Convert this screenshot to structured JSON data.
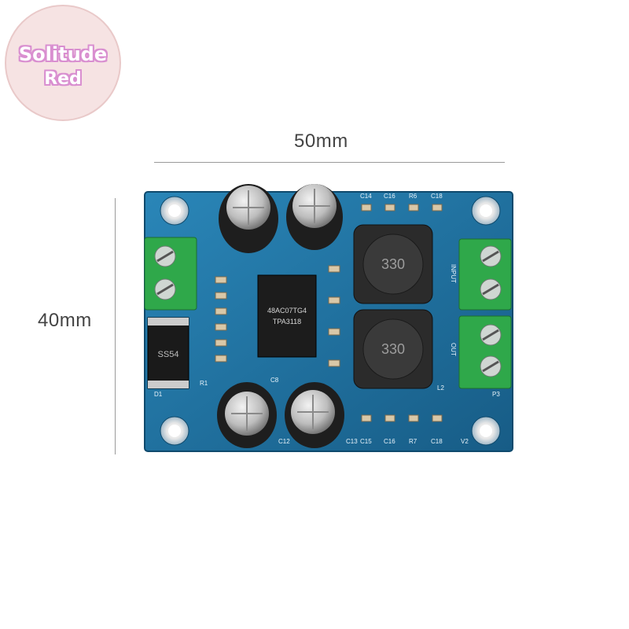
{
  "logo": {
    "line1": "Solitude",
    "line2": "Red"
  },
  "dimensions": {
    "width_label": "50mm",
    "height_label": "40mm"
  },
  "board": {
    "chip_line1": "48AC07TG4",
    "chip_line2": "TPA3118",
    "inductor_top": "330",
    "inductor_bottom": "330",
    "diode_label": "SS54",
    "silk": {
      "c14": "C14",
      "c16a": "C16",
      "r6": "R6",
      "c18a": "C18",
      "c15": "C15",
      "c16b": "C16",
      "r7": "R7",
      "c18b": "C18",
      "c12": "C12",
      "c13": "C13",
      "d1": "D1",
      "p3": "P3",
      "v2": "V2",
      "input": "INPUT",
      "out": "OUT",
      "c8": "C8",
      "r1": "R1",
      "l2": "L2"
    }
  },
  "colors": {
    "pcb": "#1f6f9e",
    "terminal": "#2fa84a",
    "inductor": "#2b2b2b"
  }
}
